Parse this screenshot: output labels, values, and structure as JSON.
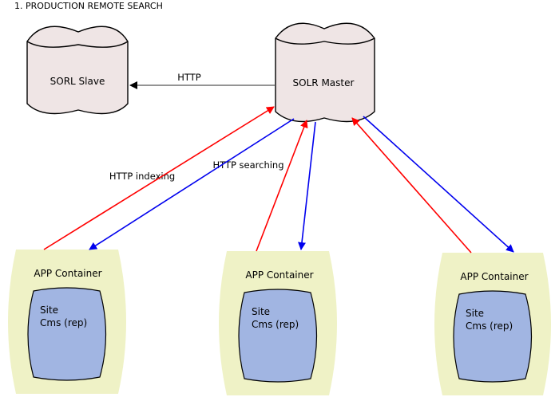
{
  "title": "1. PRODUCTION REMOTE SEARCH",
  "nodes": {
    "slave": "SORL Slave",
    "master": "SOLR Master"
  },
  "containers": [
    {
      "label": "APP Container",
      "inner_line1": "Site",
      "inner_line2": "Cms (rep)"
    },
    {
      "label": "APP Container",
      "inner_line1": "Site",
      "inner_line2": "Cms (rep)"
    },
    {
      "label": "APP Container",
      "inner_line1": "Site",
      "inner_line2": "Cms (rep)"
    }
  ],
  "edges": {
    "replication": "HTTP",
    "indexing": "HTTP indexing",
    "searching": "HTTP searching"
  },
  "colors": {
    "indexing": "#ff0000",
    "searching": "#0000ee",
    "database_fill": "#efe5e5",
    "container_fill": "#eff2c6",
    "inner_fill": "#a1b5e2"
  }
}
